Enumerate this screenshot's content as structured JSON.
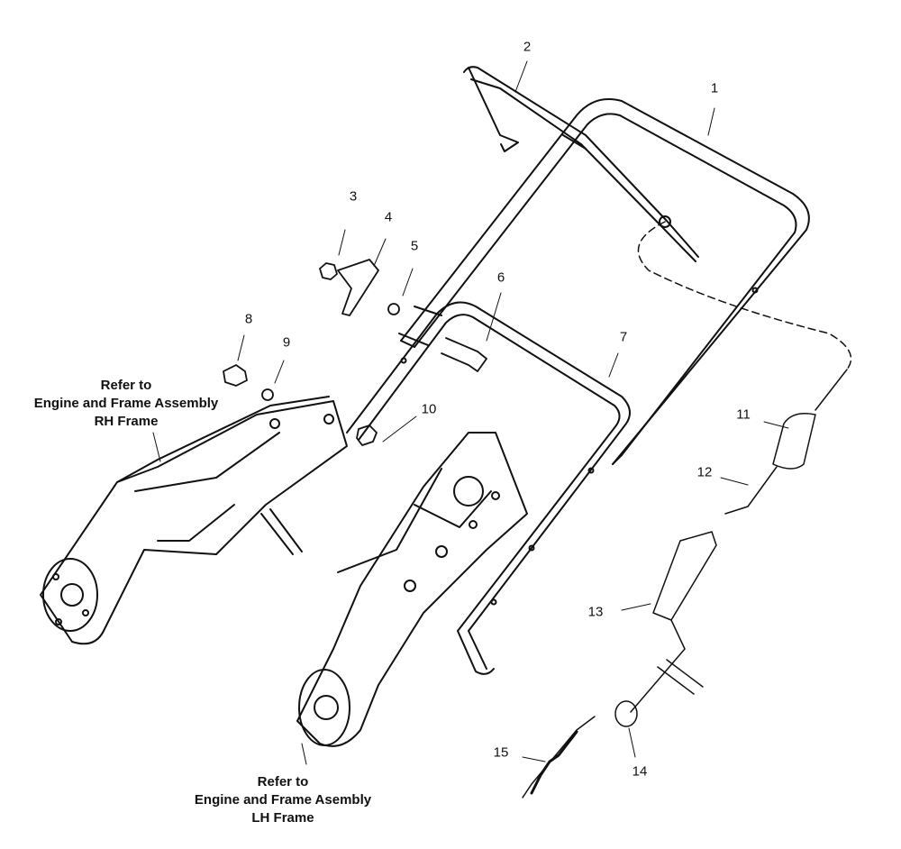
{
  "parts": [
    {
      "id": "part-1",
      "number": "1"
    },
    {
      "id": "part-2",
      "number": "2"
    },
    {
      "id": "part-3",
      "number": "3"
    },
    {
      "id": "part-4",
      "number": "4"
    },
    {
      "id": "part-5",
      "number": "5"
    },
    {
      "id": "part-6",
      "number": "6"
    },
    {
      "id": "part-7",
      "number": "7"
    },
    {
      "id": "part-8",
      "number": "8"
    },
    {
      "id": "part-9",
      "number": "9"
    },
    {
      "id": "part-10",
      "number": "10"
    },
    {
      "id": "part-11",
      "number": "11"
    },
    {
      "id": "part-12",
      "number": "12"
    },
    {
      "id": "part-13",
      "number": "13"
    },
    {
      "id": "part-14",
      "number": "14"
    },
    {
      "id": "part-15",
      "number": "15"
    }
  ],
  "callouts": {
    "rh_frame": {
      "line1": "Refer to",
      "line2": "Engine and Frame Assembly",
      "line3": "RH Frame"
    },
    "lh_frame": {
      "line1": "Refer to",
      "line2": "Engine and Frame Asembly",
      "line3": "LH Frame"
    }
  }
}
